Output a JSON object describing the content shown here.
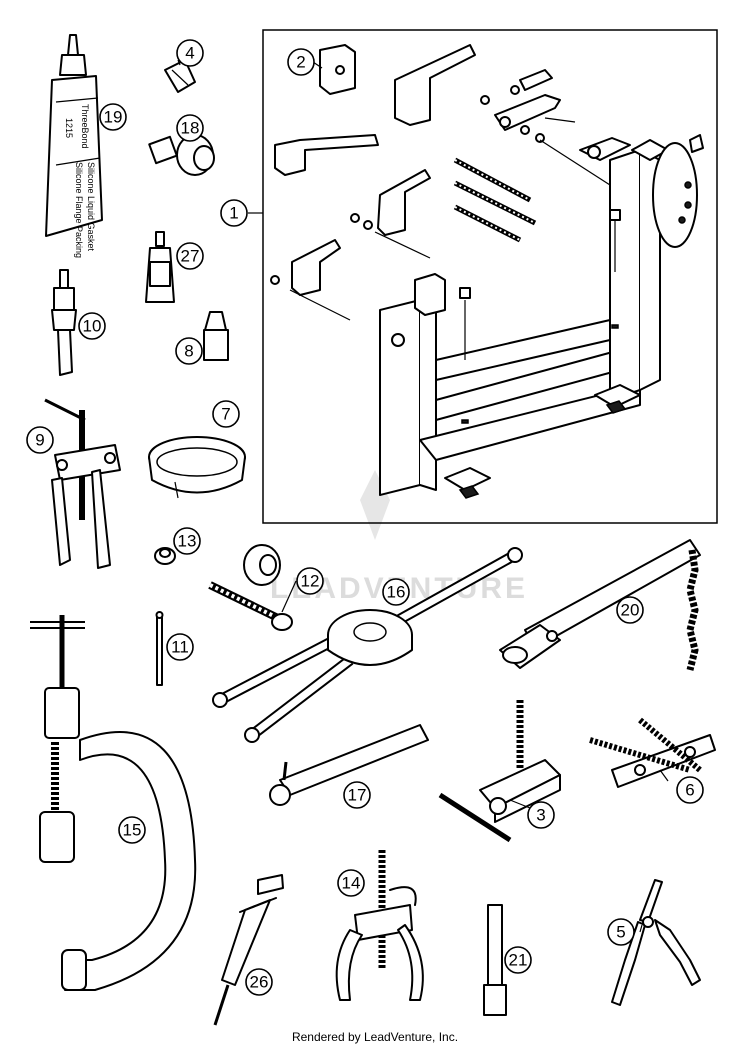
{
  "callouts": [
    {
      "label": "1"
    },
    {
      "label": "2"
    },
    {
      "label": "3"
    },
    {
      "label": "4"
    },
    {
      "label": "5"
    },
    {
      "label": "6"
    },
    {
      "label": "7"
    },
    {
      "label": "8"
    },
    {
      "label": "9"
    },
    {
      "label": "10"
    },
    {
      "label": "11"
    },
    {
      "label": "12"
    },
    {
      "label": "13"
    },
    {
      "label": "14"
    },
    {
      "label": "15"
    },
    {
      "label": "16"
    },
    {
      "label": "17"
    },
    {
      "label": "18"
    },
    {
      "label": "19"
    },
    {
      "label": "20"
    },
    {
      "label": "21"
    },
    {
      "label": "26"
    },
    {
      "label": "27"
    }
  ],
  "tube_label": {
    "brand": "ThreeBond",
    "code": "1215",
    "desc1": "Silicone Liquid Gasket",
    "desc2": "Silicone Flange Packing"
  },
  "watermark": "LEADVENTURE",
  "footer": "Rendered by LeadVenture, Inc.",
  "colors": {
    "line": "#000000",
    "background": "#ffffff",
    "watermark": "#dcdcdc"
  }
}
